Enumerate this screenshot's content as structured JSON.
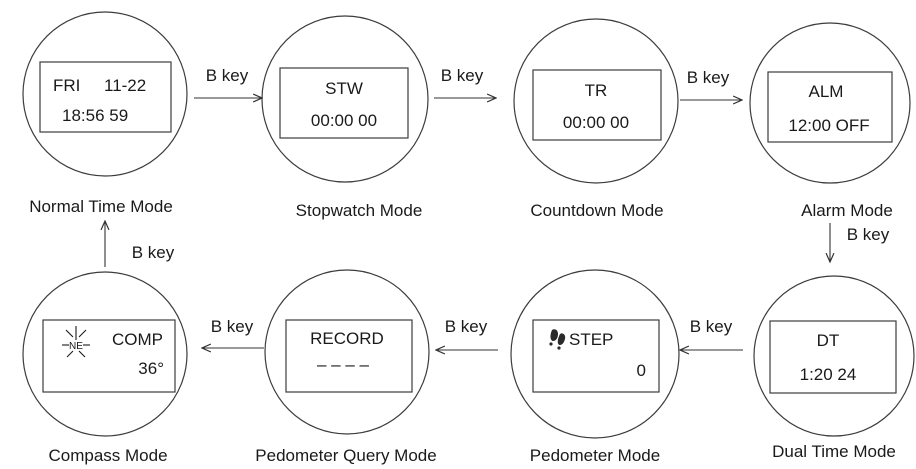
{
  "edge_label": "B key",
  "modes": [
    {
      "id": "normal",
      "label": "Normal Time Mode",
      "screen": [
        "FRI",
        "11-22",
        "18:56 59"
      ]
    },
    {
      "id": "stw",
      "label": "Stopwatch Mode",
      "screen": [
        "STW",
        "00:00 00"
      ]
    },
    {
      "id": "tr",
      "label": "Countdown Mode",
      "screen": [
        "TR",
        "00:00 00"
      ]
    },
    {
      "id": "alm",
      "label": "Alarm Mode",
      "screen": [
        "ALM",
        "12:00 OFF"
      ]
    },
    {
      "id": "dt",
      "label": "Dual Time Mode",
      "screen": [
        "DT",
        "1:20 24"
      ]
    },
    {
      "id": "step",
      "label": "Pedometer Mode",
      "screen": [
        "STEP",
        "0"
      ],
      "icon": "footprints-icon"
    },
    {
      "id": "record",
      "label": "Pedometer Query Mode",
      "screen": [
        "RECORD",
        "– – – –"
      ]
    },
    {
      "id": "comp",
      "label": "Compass Mode",
      "screen": [
        "COMP",
        "36°"
      ],
      "icon": "compass-rose-icon",
      "icon_text": "NE"
    }
  ]
}
